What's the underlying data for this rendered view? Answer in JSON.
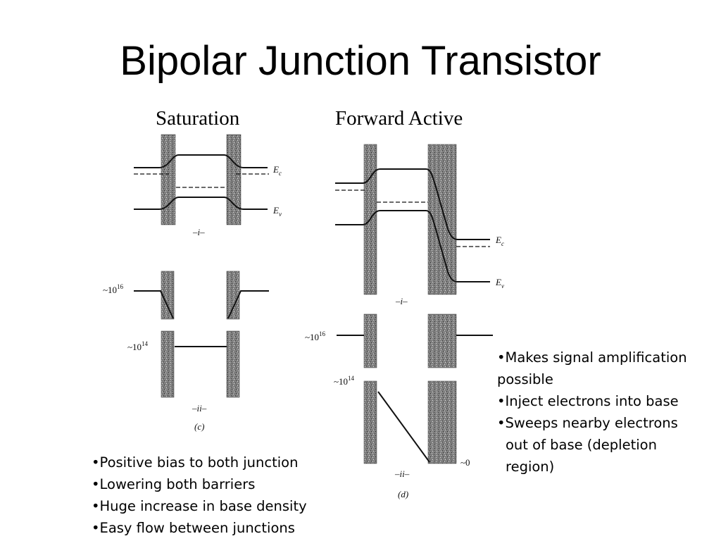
{
  "title": "Bipolar Junction Transistor",
  "saturation_heading": "Saturation",
  "forward_heading": "Forward Active",
  "left_bullets": [
    "•Positive bias to both junction",
    "•Lowering both barriers",
    "•Huge increase in base density",
    "•Easy flow between junctions"
  ],
  "right_bullets": [
    "•Makes signal amplification",
    "possible",
    "•Inject electrons into base",
    "•Sweeps nearby electrons",
    "out of base (depletion",
    "region)"
  ],
  "diagram_c": {
    "ec_label": "E",
    "ec_sub": "c",
    "ev_label": "E",
    "ev_sub": "v",
    "band_caption": "–i–",
    "density_caption": "–ii–",
    "panel_caption": "(c)",
    "density_high_base": "~10",
    "density_high_exp": "16",
    "density_low_base": "~10",
    "density_low_exp": "14"
  },
  "diagram_d": {
    "ec_label": "E",
    "ec_sub": "c",
    "ev_label": "E",
    "ev_sub": "v",
    "band_caption": "–i–",
    "density_caption": "–ii–",
    "panel_caption": "(d)",
    "density_high_base": "~10",
    "density_high_exp": "16",
    "density_low_base": "~10",
    "density_low_exp": "14",
    "density_zero": "~0"
  },
  "colors": {
    "junction_fill": "#7a7a7a",
    "line": "#111111"
  }
}
